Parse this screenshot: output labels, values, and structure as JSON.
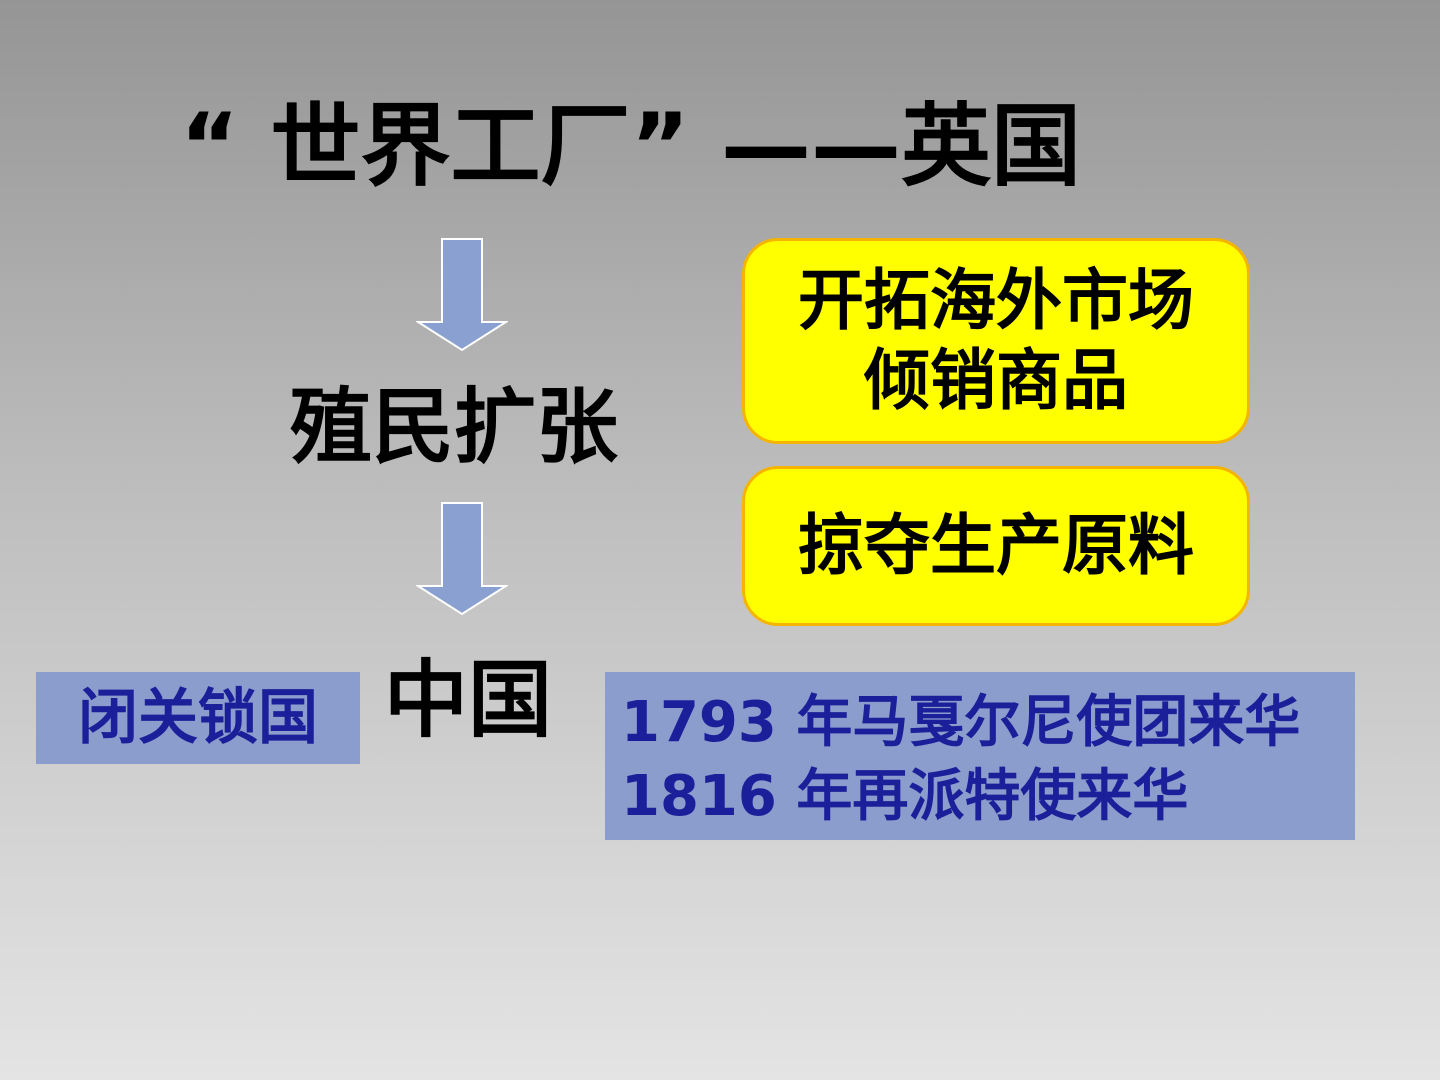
{
  "title": "“ 世界工厂” ——英国",
  "step_colonial": "殖民扩张",
  "step_china": "中国",
  "motives": {
    "line1": "开拓海外市场",
    "line2": "倾销商品",
    "line3": "掠夺生产原料"
  },
  "china_policy": "闭关锁国",
  "missions": {
    "line1": "1793 年马戛尔尼使团来华",
    "line2": "1816 年再派特使来华"
  },
  "colors": {
    "arrow_fill": "#8aa0d0",
    "arrow_stroke": "#ffffff",
    "yellow": "#ffff00",
    "yellow_border": "#f5b400",
    "blue_box": "#8b9dcc",
    "blue_text": "#1c1f9a"
  }
}
